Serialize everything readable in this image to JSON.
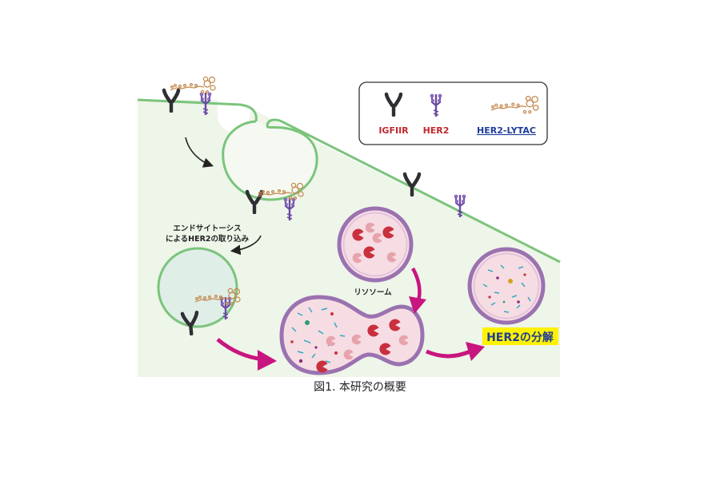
{
  "legend": {
    "igf": "IGFIIR",
    "her2": "HER2",
    "lytac": "HER2-LYTAC",
    "igf_color": "#c0282e",
    "her2_color": "#c0282e",
    "lytac_color": "#1f3d99"
  },
  "labels": {
    "endocytosis_1": "エンドサイトーシス",
    "endocytosis_2": "によるHER2の取り込み",
    "lysosome": "リソソーム",
    "degradation": "HER2の分解"
  },
  "caption": "図1. 本研究の概要",
  "colors": {
    "cytoplasm": "#eef5e9",
    "membrane": "#7bc47c",
    "lysosome_outer": "#9b72b0",
    "lysosome_fill": "#f6dde3",
    "arrow_magenta": "#c8157f",
    "receptor_dark": "#2f2f33",
    "receptor_purple": "#6a4aa3",
    "lytac_orange": "#c4884d",
    "highlight": "#fff200"
  }
}
